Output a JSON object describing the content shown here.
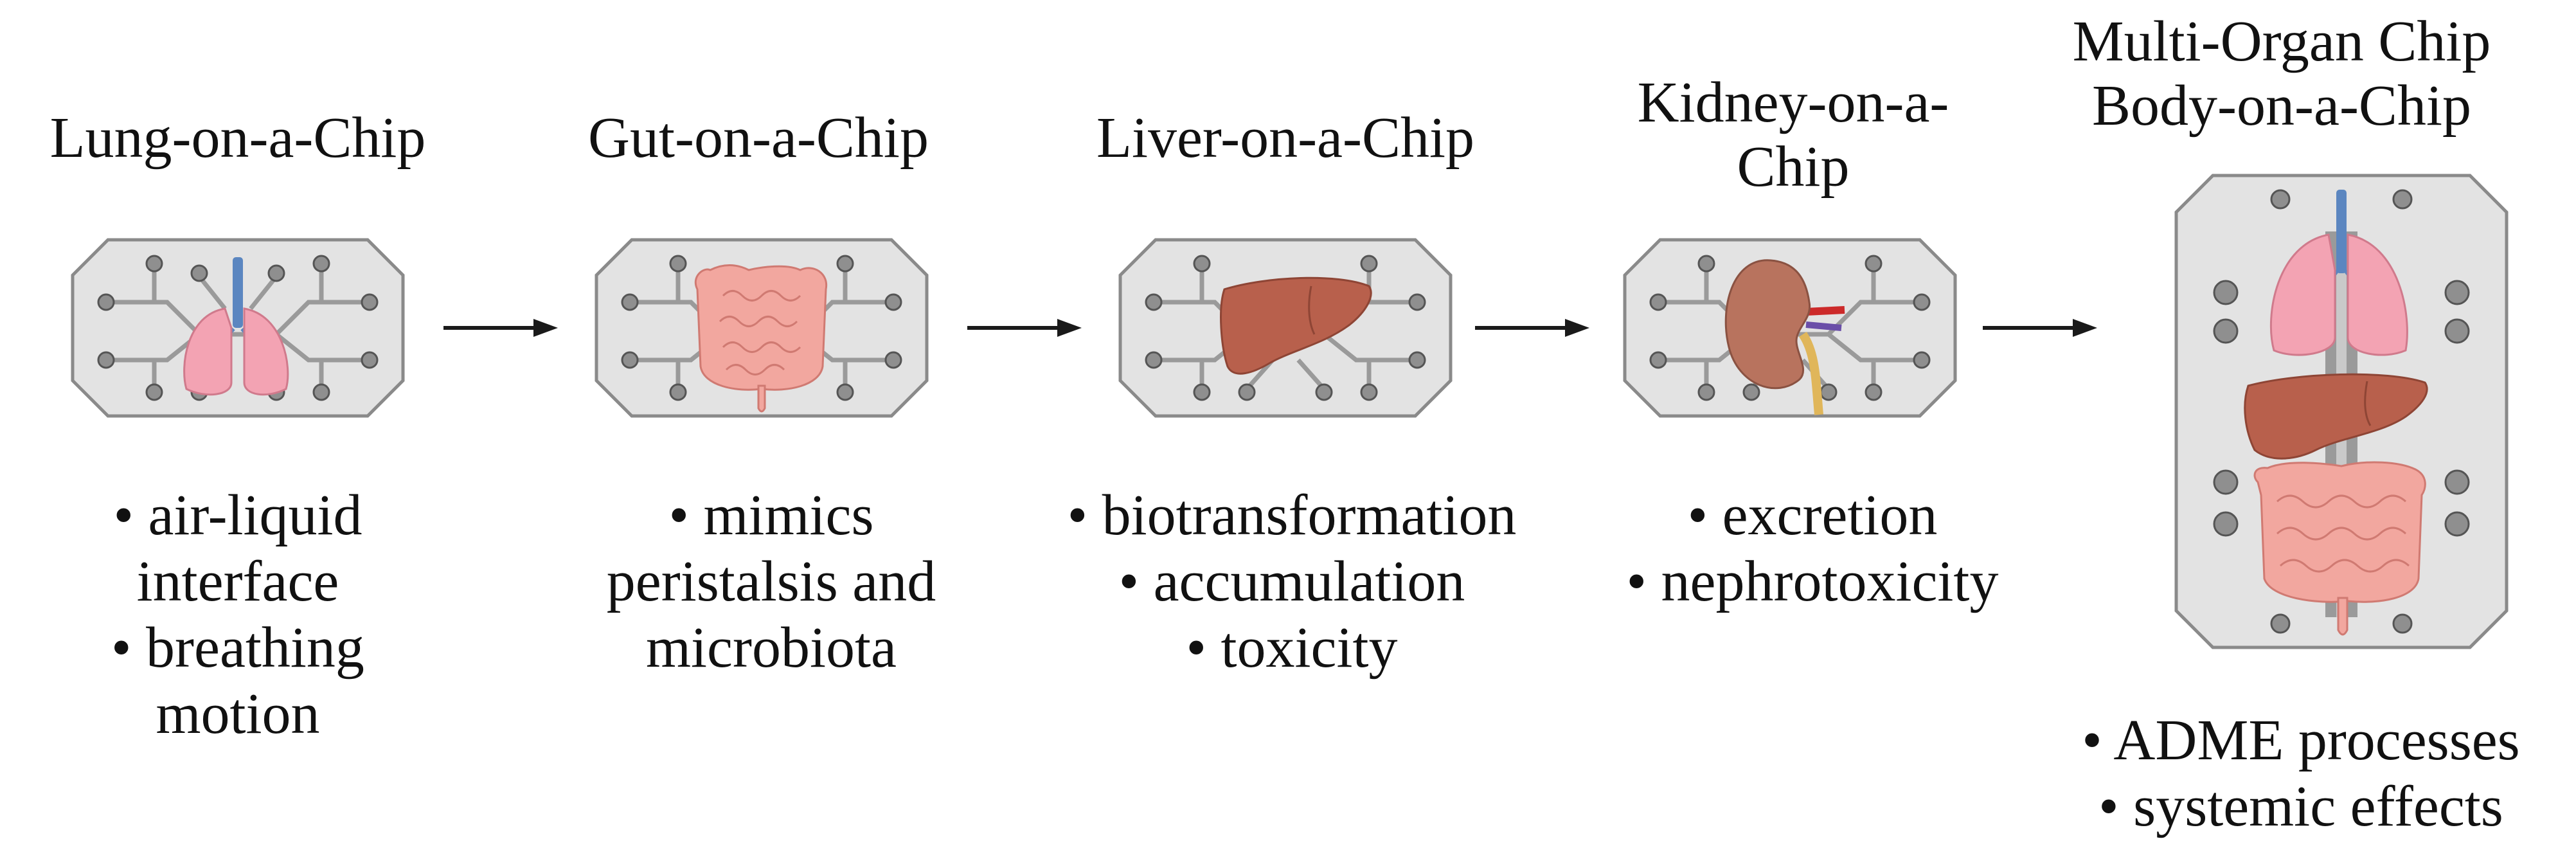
{
  "stages": [
    {
      "title": "Lung-on-a-Chip",
      "bullets": [
        [
          "• air-liquid",
          "interface"
        ],
        [
          "• breathing",
          "motion"
        ]
      ],
      "organ": "lung-icon"
    },
    {
      "title": "Gut-on-a-Chip",
      "bullets": [
        [
          "• mimics",
          "peristalsis and",
          "microbiota"
        ]
      ],
      "organ": "intestine-icon"
    },
    {
      "title": "Liver-on-a-Chip",
      "bullets": [
        [
          "• biotransformation"
        ],
        [
          "• accumulation"
        ],
        [
          "• toxicity"
        ]
      ],
      "organ": "liver-icon"
    },
    {
      "title": [
        "Kidney-on-a-",
        "Chip"
      ],
      "bullets": [
        [
          "• excretion"
        ],
        [
          "• nephrotoxicity"
        ]
      ],
      "organ": "kidney-icon"
    },
    {
      "title": [
        "Multi-Organ Chip",
        "Body-on-a-Chip"
      ],
      "bullets": [
        [
          "• ADME processes"
        ],
        [
          "• systemic effects"
        ]
      ],
      "organ": "multi-organ-icon"
    }
  ],
  "colors": {
    "chip_fill": "#e3e3e3",
    "chip_stroke": "#8a8a8a",
    "channel": "#9a9a9a",
    "lung": "#f3a3b3",
    "trachea": "#5b86c0",
    "gut": "#f2a79f",
    "liver": "#b8604c",
    "kidney": "#b8735e",
    "arrow": "#1a1a1a"
  }
}
